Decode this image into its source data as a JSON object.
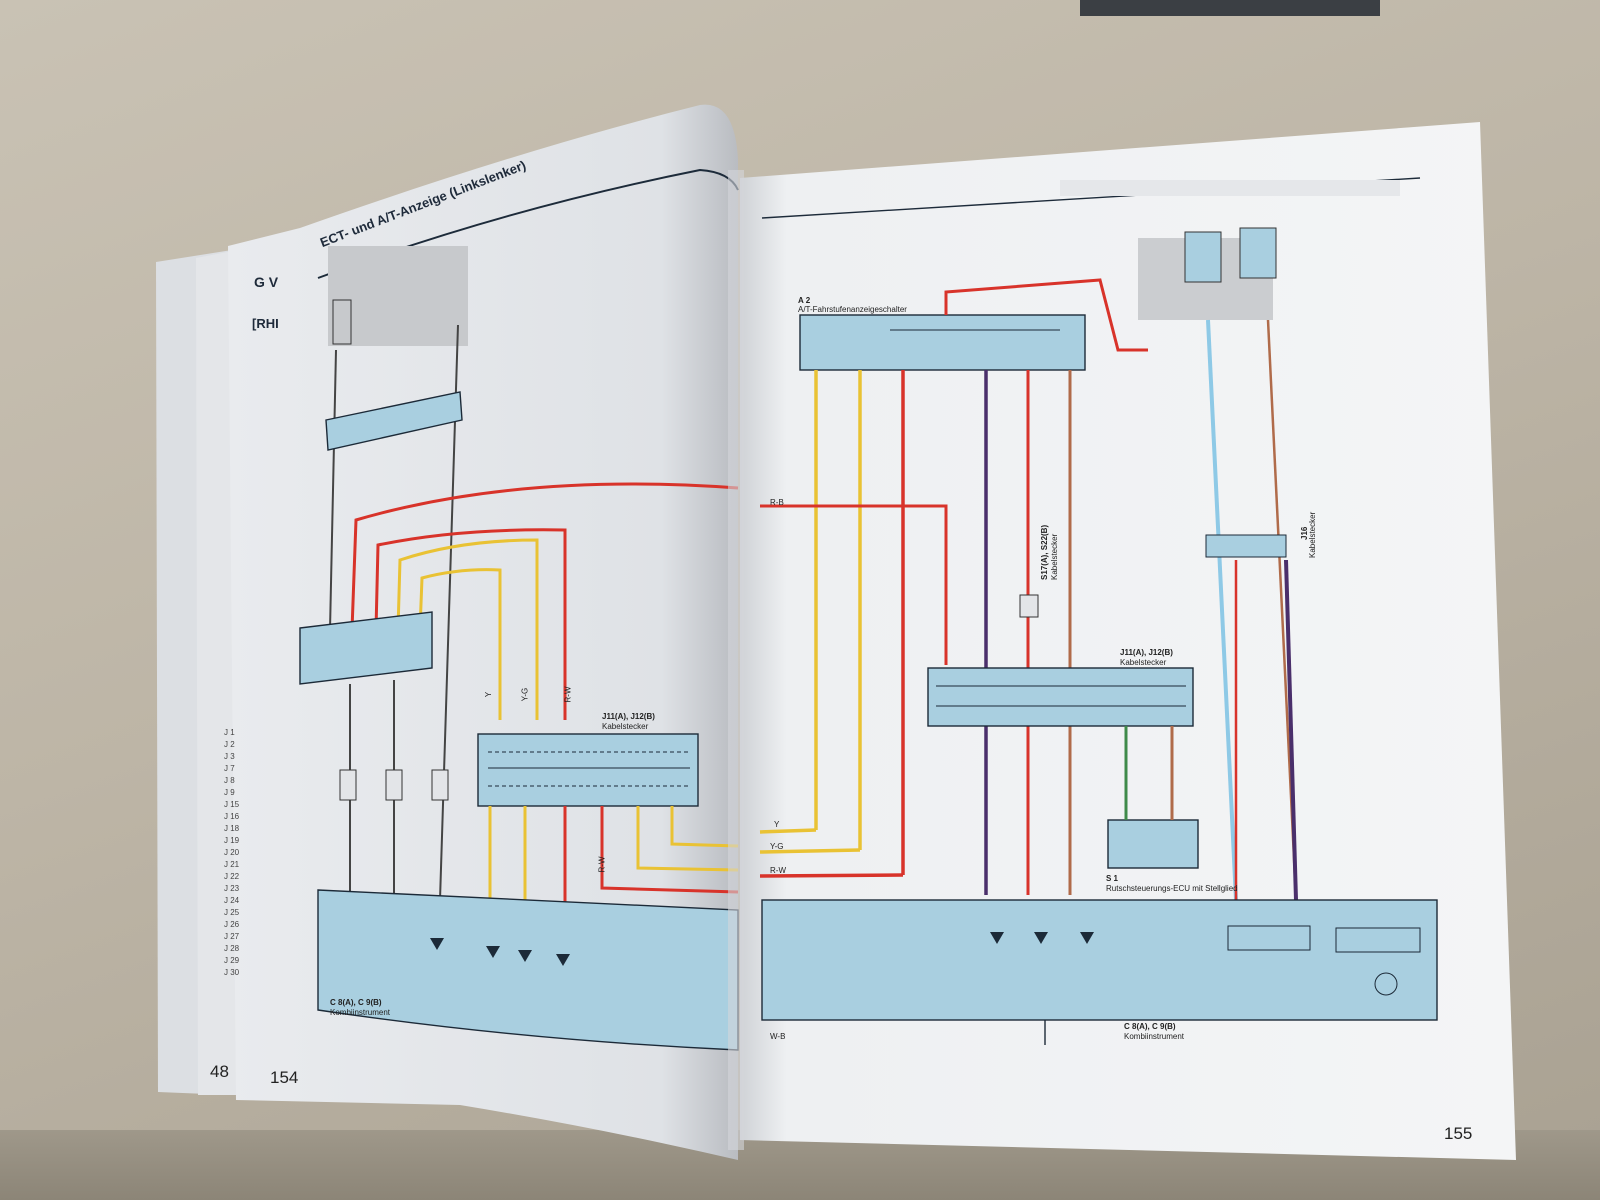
{
  "left_page": {
    "title": "ECT- und A/T-Anzeige (Linkslenker)",
    "edge_letters": "G V",
    "edge_tag": "[RHI",
    "page_number": "154",
    "under_page_number": "48",
    "index_list": [
      "J 1",
      "J 2",
      "J 3",
      "J 7",
      "J 8",
      "J 9",
      "J 15",
      "J 16",
      "J 18",
      "J 19",
      "J 20",
      "J 21",
      "J 22",
      "J 23",
      "J 24",
      "J 25",
      "J 26",
      "J 27",
      "J 28",
      "J 29",
      "J 30"
    ],
    "connector_label": "J11(A), J12(B)",
    "connector_sub": "Kabelstecker",
    "instrument_label": "C 8(A), C 9(B)",
    "instrument_sub": "Kombiinstrument",
    "wire_labels": [
      "Y",
      "Y-G",
      "R-W",
      "R-W"
    ]
  },
  "right_page": {
    "page_number": "155",
    "a2_label": "A 2",
    "a2_sub": "A/T-Fahrstufenanzeigeschalter",
    "connector_label": "J11(A), J12(B)",
    "connector_sub": "Kabelstecker",
    "s17_label": "S17(A), S22(B)",
    "s17_sub": "Kabelstecker",
    "s1_label": "S 1",
    "s1_sub": "Rutschsteuerungs-ECU mit Stellglied",
    "j16_label": "J16",
    "j16_sub": "Kabelstecker",
    "instrument_label": "C 8(A), C 9(B)",
    "instrument_sub": "Kombiinstrument",
    "wire_labels": [
      "R-B",
      "Y",
      "Y-G",
      "R-W",
      "W-B"
    ]
  },
  "colors": {
    "wire_red": "#d8332a",
    "wire_yellow": "#e9c234",
    "wire_purple": "#4a2f6b",
    "wire_blue": "#8ec9e6",
    "box_fill": "#b9d3dc",
    "box_stroke": "#1c2a38"
  }
}
